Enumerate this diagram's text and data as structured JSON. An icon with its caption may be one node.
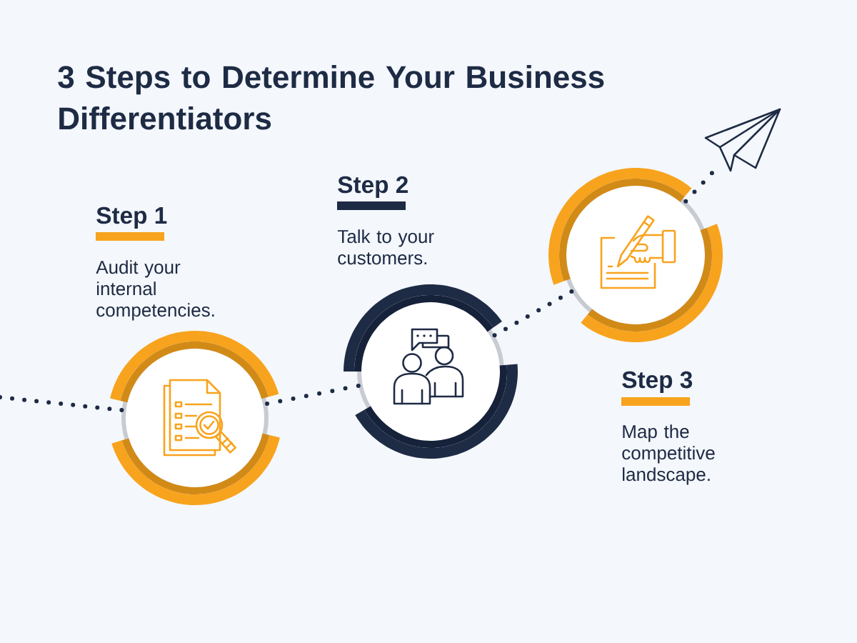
{
  "diagram": {
    "title": "3 Steps to Determine Your Business Differentiators",
    "nodes": [
      {
        "text": [],
        "shape": "circle",
        "beside": [
          "Step 1",
          "Audit your internal competencies."
        ]
      },
      {
        "text": [],
        "shape": "circle",
        "beside": [
          "Step 2",
          "Talk to your customers."
        ]
      },
      {
        "text": [],
        "shape": "circle",
        "beside": [
          "Step 3",
          "Map the competitive landscape."
        ]
      },
      {
        "text": [],
        "shape": "picture"
      }
    ],
    "edges": [
      {
        "from": null,
        "to": 0,
        "arrow": "none"
      },
      {
        "from": 0,
        "to": 1,
        "arrow": "none"
      },
      {
        "from": 1,
        "to": 2,
        "arrow": "none"
      },
      {
        "from": 2,
        "to": 3,
        "arrow": "none"
      }
    ]
  }
}
